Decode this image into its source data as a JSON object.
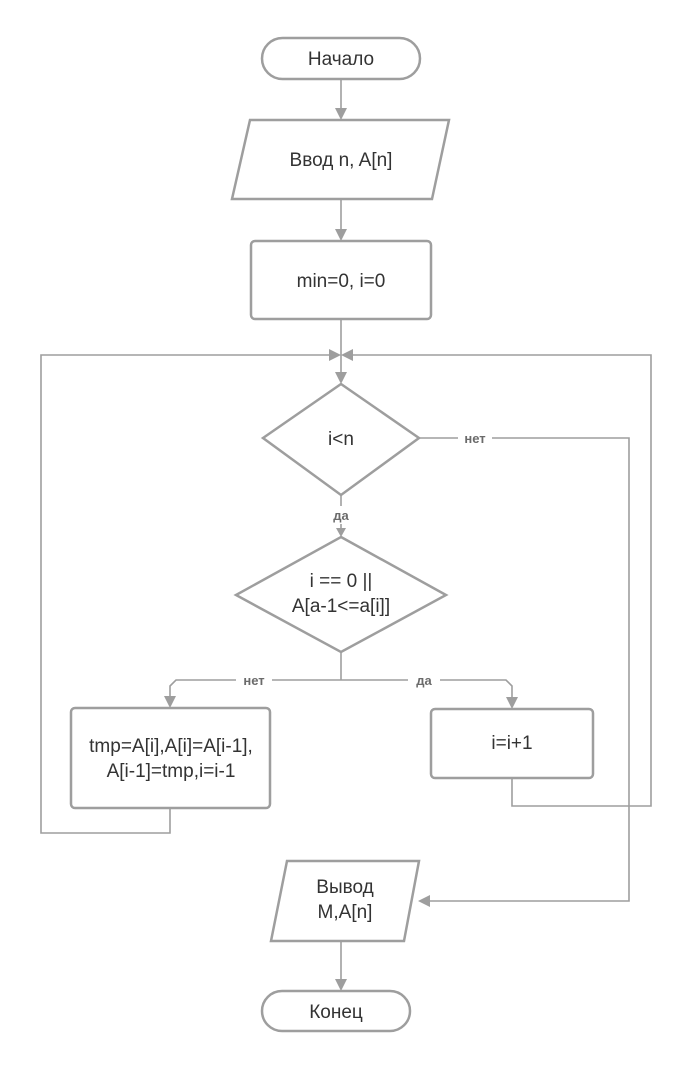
{
  "nodes": {
    "start": "Начало",
    "input": "Ввод n, A[n]",
    "init": "min=0,  i=0",
    "cond_loop": "i<n",
    "cond_check_line1": "i == 0 ||",
    "cond_check_line2": "A[a-1<=a[i]]",
    "swap_line1": "tmp=A[i],A[i]=A[i-1],",
    "swap_line2": "A[i-1]=tmp,i=i-1",
    "increment": "i=i+1",
    "output_line1": "Вывод",
    "output_line2": "M,A[n]",
    "end": "Конец"
  },
  "edge_labels": {
    "loop_no": "нет",
    "loop_yes": "да",
    "check_no": "нет",
    "check_yes": "да"
  }
}
